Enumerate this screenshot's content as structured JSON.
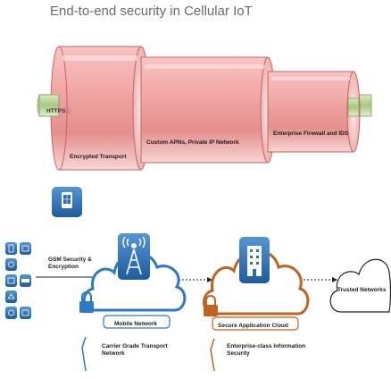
{
  "title": "End-to-end security in Cellular IoT",
  "pipe": {
    "https_label": "HTTPS",
    "https_suffix": "ⓘ",
    "segments": [
      {
        "label": "Encrypted Transport"
      },
      {
        "label": "Custom APNs, Private IP Network"
      },
      {
        "label": "Enterprise Firewall and IDS"
      }
    ]
  },
  "network": {
    "gsm_label_line1": "GSM Security &",
    "gsm_label_line2": "Encryption",
    "clouds": [
      {
        "label": "Mobile Network"
      },
      {
        "label": "Secure Application Cloud"
      },
      {
        "label": "Trusted Networks"
      }
    ],
    "callouts": [
      {
        "line1": "Carrier Grade Transport",
        "line2": "Network"
      },
      {
        "line1": "Enterprise-class Information",
        "line2": "Security"
      }
    ]
  },
  "colors": {
    "pipe_pink": "#f0a3a3",
    "pipe_dark": "#c86464",
    "inner_green": "#a6c87f",
    "device_blue": "#2a6fb6",
    "cloud_blue": "#2d79c7",
    "cloud_orange": "#c2621f",
    "cloud_black": "#222222"
  }
}
